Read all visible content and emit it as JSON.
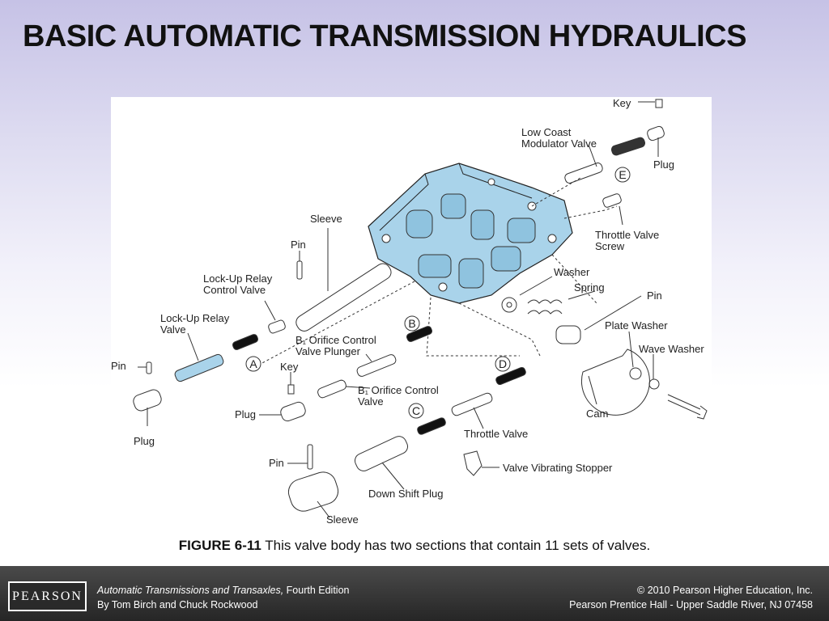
{
  "slide": {
    "title": "BASIC AUTOMATIC TRANSMISSION HYDRAULICS"
  },
  "figure": {
    "labels": {
      "key_top": "Key",
      "low_coast_1": "Low Coast",
      "low_coast_2": "Modulator Valve",
      "plug_top": "Plug",
      "sleeve_top": "Sleeve",
      "pin_mid": "Pin",
      "throttle_screw_1": "Throttle Valve",
      "throttle_screw_2": "Screw",
      "lockup_relay_ctrl_1": "Lock-Up Relay",
      "lockup_relay_ctrl_2": "Control Valve",
      "washer": "Washer",
      "spring": "Spring",
      "pin_right": "Pin",
      "lockup_relay_1": "Lock-Up Relay",
      "lockup_relay_2": "Valve",
      "plate_washer": "Plate Washer",
      "b1_plunger_1": "B₁ Orifice Control",
      "b1_plunger_2": "Valve Plunger",
      "wave_washer": "Wave Washer",
      "pin_left": "Pin",
      "key_mid": "Key",
      "b1_valve_1": "B₁ Orifice Control",
      "b1_valve_2": "Valve",
      "plug_mid": "Plug",
      "cam": "Cam",
      "throttle_valve": "Throttle Valve",
      "plug_left": "Plug",
      "pin_bottom": "Pin",
      "valve_vibrating_stopper": "Valve Vibrating Stopper",
      "down_shift_plug": "Down Shift Plug",
      "sleeve_bottom": "Sleeve"
    },
    "markers": {
      "a": "A",
      "b": "B",
      "c": "C",
      "d": "D",
      "e": "E"
    },
    "colors": {
      "valve_body": "#a9d3ea",
      "line": "#333333"
    }
  },
  "caption": {
    "label": "FIGURE 6-11",
    "text": " This valve body has two sections that contain 11 sets of valves."
  },
  "footer": {
    "logo": "PEARSON",
    "book_title": "Automatic Transmissions and Transaxles,",
    "edition": " Fourth Edition",
    "authors": "By Tom Birch and Chuck Rockwood",
    "copyright": "© 2010 Pearson Higher Education, Inc.",
    "publisher": "Pearson Prentice Hall - Upper Saddle River, NJ 07458"
  }
}
